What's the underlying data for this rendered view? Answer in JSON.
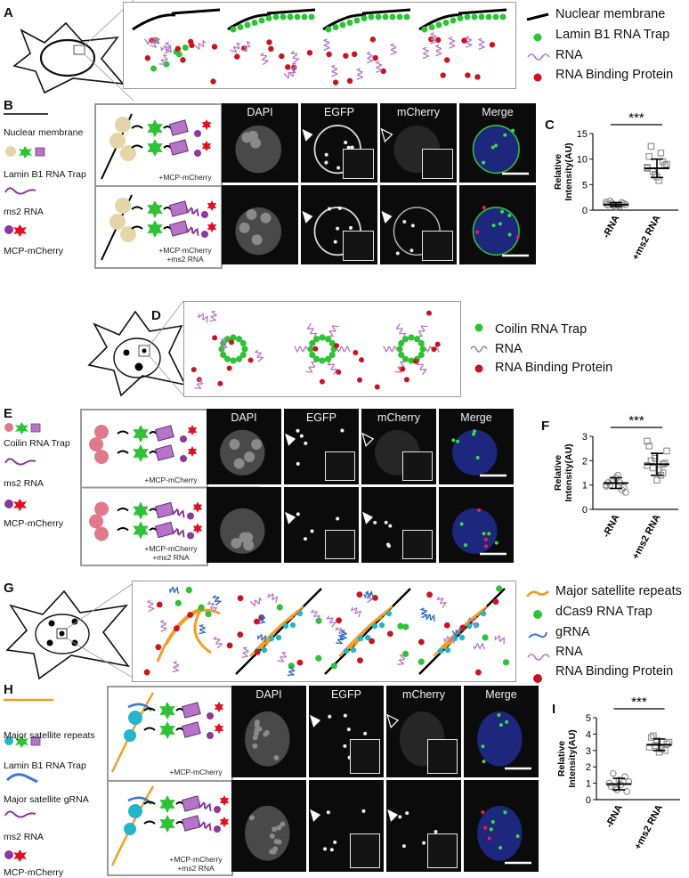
{
  "panel_letters": [
    "A",
    "B",
    "C",
    "D",
    "E",
    "F",
    "G",
    "H",
    "I"
  ],
  "legend_A": [
    "Nuclear membrane",
    "Lamin B1 RNA Trap",
    "RNA",
    "RNA Binding Protein"
  ],
  "legend_D": [
    "Coilin RNA Trap",
    "RNA",
    "RNA Binding Protein"
  ],
  "legend_G": [
    "Major satellite repeats",
    "dCas9 RNA Trap",
    "gRNA",
    "RNA",
    "RNA Binding Protein"
  ],
  "legend_B": [
    "Nuclear membrane",
    "Lamin B1 RNA Trap",
    "ms2 RNA",
    "MCP-mCherry"
  ],
  "legend_E": [
    "Coilin RNA Trap",
    "ms2 RNA",
    "MCP-mCherry"
  ],
  "legend_H": [
    "Major satellite repeats",
    "Lamin B1 RNA Trap",
    "Major satellite gRNA",
    "ms2 RNA",
    "MCP-mCherry"
  ],
  "micro_headers": [
    "DAPI",
    "EGFP",
    "mCherry",
    "Merge"
  ],
  "condition_1": "+MCP-mCherry",
  "condition_2a": "+MCP-mCherry",
  "condition_2b": "+ms2 RNA",
  "colors": {
    "green": "#2ec236",
    "red": "#c8141e",
    "purple": "#b574c6",
    "orange": "#f0a028",
    "lamin": "#e6d5a8",
    "coilin": "#e07a8a",
    "dcas9": "#23b5c8"
  },
  "chart_data": [
    {
      "panel": "C",
      "type": "scatter",
      "ylabel": "Relative Intensity(AU)",
      "categories": [
        "-RNA",
        "+ms2 RNA"
      ],
      "yticks": [
        "0",
        "5",
        "10",
        "15"
      ],
      "ylim": [
        0,
        15
      ],
      "significance": "***",
      "series": [
        {
          "values": [
            1.2,
            0.8,
            1.5,
            1.0,
            0.6,
            1.3,
            1.8,
            0.9,
            1.1,
            1.4,
            0.7,
            1.6
          ],
          "mean": 1.1,
          "sd": 0.4
        },
        {
          "values": [
            8.2,
            7.0,
            9.5,
            10.5,
            6.5,
            8.8,
            12.5,
            5.8,
            9.0,
            7.6,
            11.2,
            8.4,
            6.9
          ],
          "mean": 8.2,
          "sd": 1.8
        }
      ]
    },
    {
      "panel": "F",
      "type": "scatter",
      "ylabel": "Relative Intensity(AU)",
      "categories": [
        "-RNA",
        "+ms2 RNA"
      ],
      "yticks": [
        "0",
        "1",
        "2",
        "3"
      ],
      "ylim": [
        0,
        3
      ],
      "significance": "***",
      "series": [
        {
          "values": [
            1.0,
            1.2,
            0.8,
            1.1,
            1.3,
            0.9,
            1.0,
            1.4,
            0.7,
            1.2,
            1.1,
            0.95
          ],
          "mean": 1.08,
          "sd": 0.22
        },
        {
          "values": [
            1.8,
            2.2,
            1.5,
            2.6,
            1.2,
            1.9,
            2.0,
            1.6,
            2.4,
            1.7,
            1.4,
            2.8,
            2.1,
            1.85
          ],
          "mean": 1.85,
          "sd": 0.45
        }
      ]
    },
    {
      "panel": "I",
      "type": "scatter",
      "ylabel": "Relative Intensity(AU)",
      "categories": [
        "-RNA",
        "+ms2 RNA"
      ],
      "yticks": [
        "0",
        "1",
        "2",
        "3",
        "4",
        "5"
      ],
      "ylim": [
        0,
        5
      ],
      "significance": "***",
      "series": [
        {
          "values": [
            1.0,
            0.6,
            1.4,
            0.8,
            1.2,
            0.5,
            1.6,
            0.9,
            1.1,
            0.7
          ],
          "mean": 0.95,
          "sd": 0.35
        },
        {
          "values": [
            3.2,
            3.6,
            3.0,
            3.8,
            2.9,
            3.4,
            3.9,
            3.1,
            3.5,
            3.3
          ],
          "mean": 3.35,
          "sd": 0.35
        }
      ]
    }
  ]
}
